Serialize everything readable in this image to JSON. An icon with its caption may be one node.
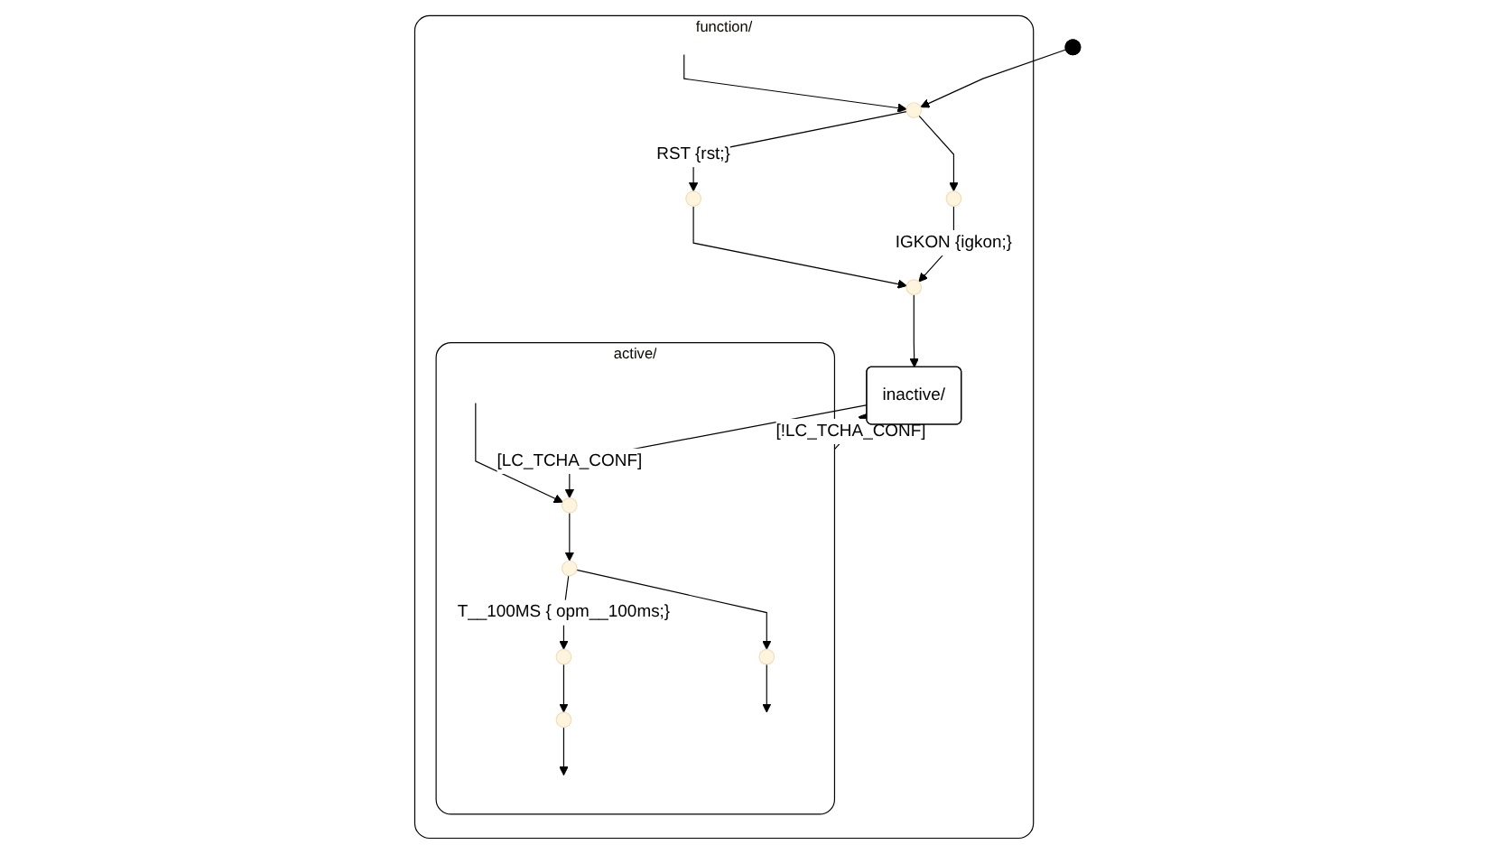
{
  "diagram": {
    "nodes": [
      {
        "text": [
          "function/"
        ]
      },
      {
        "text": [],
        "shape": "dot"
      },
      {
        "text": [],
        "shape": "circle",
        "in": 0
      },
      {
        "text": [],
        "shape": "circle",
        "in": 0
      },
      {
        "text": [],
        "shape": "circle",
        "in": 0
      },
      {
        "text": [],
        "shape": "circle",
        "in": 0
      },
      {
        "text": [
          "active/"
        ],
        "in": 0
      },
      {
        "text": [],
        "shape": "circle",
        "in": 6
      },
      {
        "text": [],
        "shape": "circle",
        "in": 6
      },
      {
        "text": [],
        "shape": "circle",
        "in": 6
      },
      {
        "text": [],
        "shape": "circle",
        "in": 6
      },
      {
        "text": [],
        "shape": "circle",
        "in": 6
      },
      {
        "text": [
          "inactive/"
        ],
        "in": 0
      }
    ],
    "edges": [
      {
        "from": 1,
        "to": 2,
        "arrow": "to"
      },
      {
        "from": null,
        "to": 2,
        "arrow": "to"
      },
      {
        "from": 2,
        "to": 3,
        "arrow": "to",
        "label": "RST {rst;}"
      },
      {
        "from": 2,
        "to": 4,
        "arrow": "to"
      },
      {
        "from": 3,
        "to": 5,
        "arrow": "to"
      },
      {
        "from": 4,
        "to": 5,
        "arrow": "to",
        "label": "IGKON {igkon;}"
      },
      {
        "from": 5,
        "to": 12,
        "arrow": "to"
      },
      {
        "from": 12,
        "to": 7,
        "arrow": "to",
        "label": "[LC_TCHA_CONF]"
      },
      {
        "from": null,
        "to": 7,
        "arrow": "to"
      },
      {
        "from": 7,
        "to": 8,
        "arrow": "to"
      },
      {
        "from": 8,
        "to": 9,
        "arrow": "to",
        "label": "T__100MS { opm__100ms;}"
      },
      {
        "from": 8,
        "to": 10,
        "arrow": "to"
      },
      {
        "from": 9,
        "to": 11,
        "arrow": "to"
      },
      {
        "from": 10,
        "to": null,
        "arrow": "to"
      },
      {
        "from": 11,
        "to": null,
        "arrow": "to"
      },
      {
        "from": 6,
        "to": 12,
        "arrow": "to",
        "label": "[!LC_TCHA_CONF]"
      }
    ]
  }
}
